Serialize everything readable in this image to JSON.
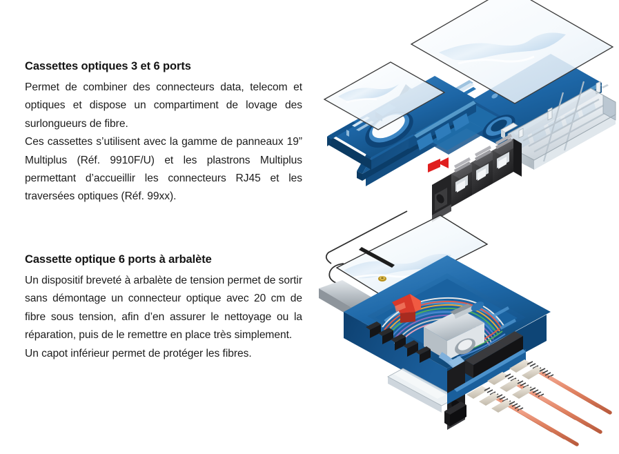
{
  "page": {
    "background_color": "#ffffff",
    "language": "fr"
  },
  "sections": [
    {
      "id": "cassettes-3-6-ports",
      "heading": "Cassettes optiques 3 et 6 ports",
      "paragraphs": [
        "Permet de combiner des connecteurs data, telecom et optiques et dispose un compartiment de lovage des surlongueurs de fibre.",
        "Ces cassettes s’utilisent avec la gamme de panneaux 19” Multiplus (Réf. 9910F/U) et les plastrons Multiplus permettant d’accueillir les connecteurs RJ45 et les traversées optiques (Réf. 99xx)."
      ],
      "illustration": {
        "name": "exploded-view-3-and-6-port-optical-cassettes",
        "alt": "Vue éclatée de deux cassettes optiques bleues avec capots transparents, un berceau métallique et un bloc de trois connecteurs RJ45 noirs indiqué par une flèche rouge",
        "parts": [
          "capot-transparent-6-ports",
          "corps-cassette-6-ports",
          "capot-transparent-3-ports",
          "corps-cassette-3-ports",
          "berceau-metallique",
          "bloc-rj45-3-modules",
          "fleche-rouge-insertion"
        ]
      }
    },
    {
      "id": "cassette-6-ports-arbalete",
      "heading": "Cassette optique 6 ports à arbalète",
      "paragraphs": [
        "Un dispositif breveté à arbalète de tension permet de sortir sans démontage un connecteur optique avec 20 cm de fibre sous tension, afin d’en assurer le nettoyage ou la réparation, puis de le remettre en place très simplement.",
        "Un capot inférieur permet de protéger les fibres."
      ],
      "illustration": {
        "name": "cutaway-view-6-port-crossbow-optical-cassette",
        "alt": "Vue en coupe d’une cassette optique 6 ports à arbalète, capot transparent soulevé, câble d’entrée gris, lovage de fibres colorées, protection d’épissure et six pigtails orange",
        "parts": [
          "capot-transparent-superieur",
          "vis-laiton",
          "corps-cassette-bleu",
          "presse-etoupe-cable-entree",
          "clip-arbalete-rouge",
          "protection-epissure-grise",
          "ruban-fibres-colorees",
          "bloc-connecteurs-6-ports",
          "pigtails-optiques-orange",
          "capot-inferieur"
        ]
      }
    }
  ],
  "colors": {
    "text": "#1b1b1b",
    "heading": "#141414",
    "cassette_blue_dark": "#0f4878",
    "cassette_blue": "#1b64a4",
    "cassette_blue_mid": "#2a7cbd",
    "cassette_blue_light": "#5fa3d4",
    "cassette_blue_pale": "#a9cde8",
    "transparent_lid": "#eef5fb",
    "lid_outline": "#3a3a3a",
    "metal_gray": "#d9dfe4",
    "metal_gray_dark": "#9aa6ae",
    "rj45_black": "#2b2b2b",
    "rj45_dark": "#4a4a4a",
    "arrow_red": "#e01f1f",
    "clip_red": "#d8392a",
    "fiber_orange": "#e08565",
    "fiber_orange_dark": "#c2664a",
    "brass": "#c9a227",
    "cable_gray": "#b8bec4"
  }
}
